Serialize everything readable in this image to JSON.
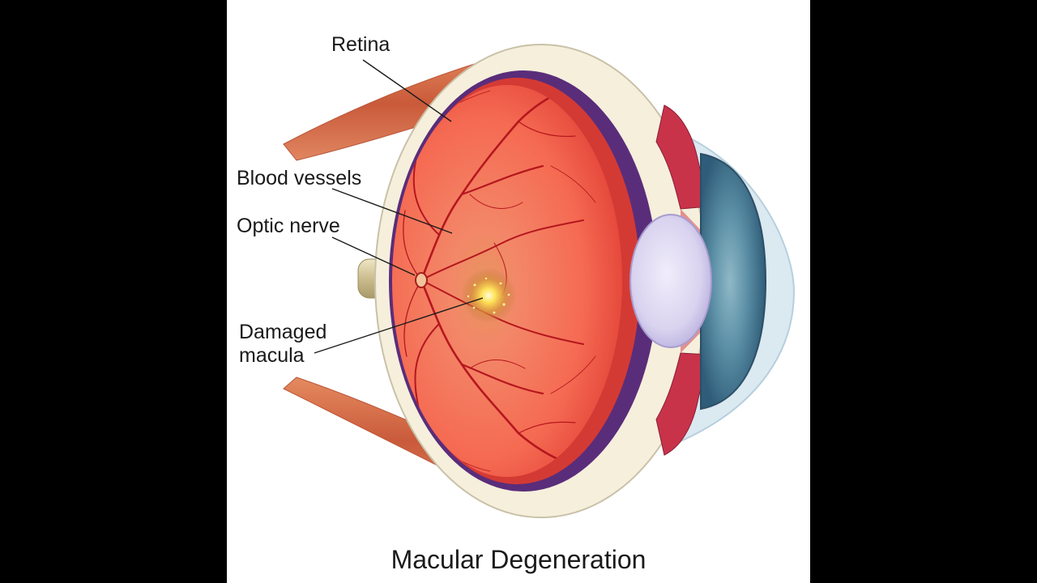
{
  "figure": {
    "caption": "Macular Degeneration",
    "labels": {
      "retina": "Retina",
      "blood_vessels": "Blood vessels",
      "optic_nerve": "Optic nerve",
      "damaged_macula_line1": "Damaged",
      "damaged_macula_line2": "macula"
    }
  },
  "colors": {
    "background": "#000000",
    "panel": "#ffffff",
    "sclera": "#f6efdc",
    "choroid": "#5a2d7a",
    "retina_interior": "#f26a50",
    "blood_vessel": "#b5171e",
    "macula_spot": "#ffe259",
    "iris": "#5b8fa6",
    "lens": "#d9d3ef",
    "muscle": "#d9714a"
  }
}
